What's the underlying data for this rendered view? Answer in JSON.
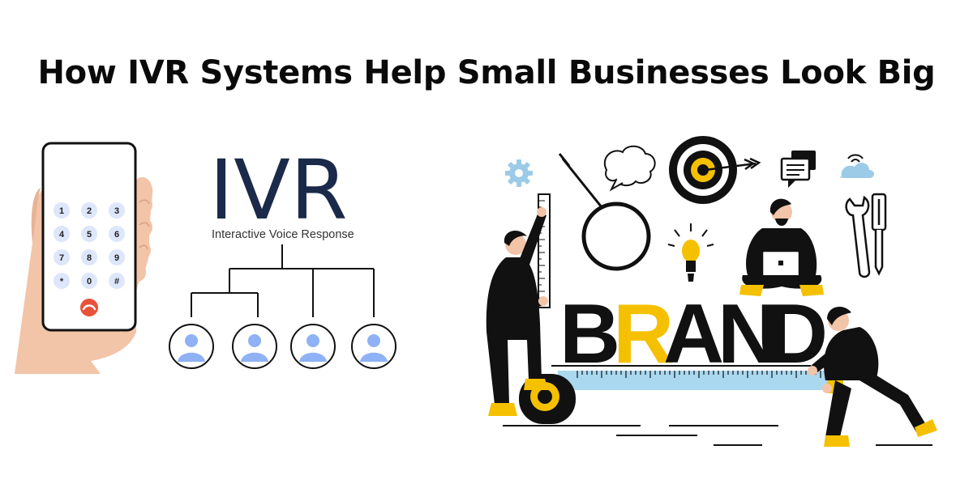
{
  "title": "How IVR Systems Help Small Businesses Look Big",
  "ivr": {
    "heading": "IVR",
    "subtitle": "Interactive Voice Response",
    "keys": [
      "1",
      "2",
      "3",
      "4",
      "5",
      "6",
      "7",
      "8",
      "9",
      "*",
      "0",
      "#"
    ]
  },
  "brand": {
    "letters": [
      "B",
      "R",
      "A",
      "N",
      "D"
    ],
    "highlight_letter_index": 1
  },
  "colors": {
    "accent_yellow": "#f5c000",
    "navy": "#1b2a4a",
    "skin": "#f2c4a8",
    "avatar_blue": "#8fb1f5",
    "tape_blue": "#a9d8ef",
    "end_call_red": "#e8513a"
  },
  "icons": [
    "hand-icon",
    "phone-icon",
    "end-call-icon",
    "user-avatar-icon",
    "gear-icon",
    "magnifier-icon",
    "brain-chat-icon",
    "target-icon",
    "arrow-icon",
    "chat-bubble-icon",
    "cloud-wifi-icon",
    "wrench-icon",
    "screwdriver-icon",
    "lightbulb-icon",
    "laptop-icon",
    "measuring-tape-icon",
    "ruler-icon"
  ]
}
